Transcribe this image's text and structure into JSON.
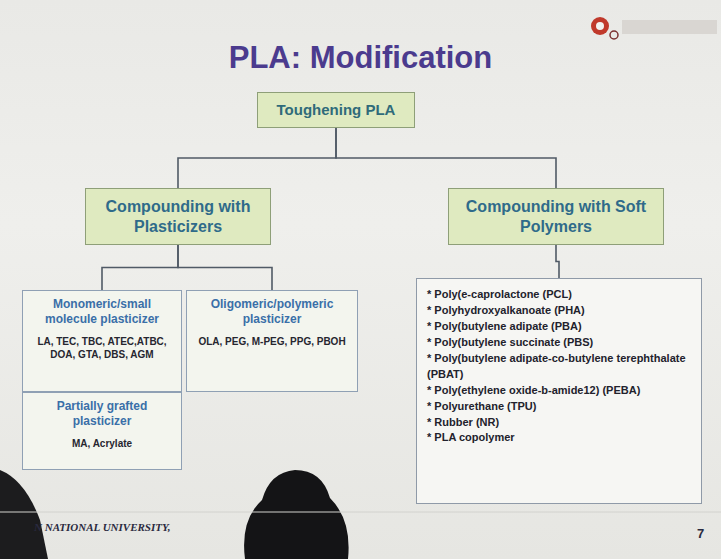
{
  "diagram": {
    "title": "PLA: Modification",
    "nodes": [
      {
        "text": [
          "Toughening PLA"
        ]
      },
      {
        "text": [
          "Compounding with Plasticizers"
        ]
      },
      {
        "text": [
          "Compounding with Soft Polymers"
        ]
      },
      {
        "text": [
          "Monomeric/small molecule plasticizer",
          "LA, TEC, TBC, ATEC,ATBC, DOA, GTA, DBS, AGM"
        ]
      },
      {
        "text": [
          "Oligomeric/polymeric plasticizer",
          "OLA, PEG, M-PEG, PPG, PBOH"
        ]
      },
      {
        "text": [
          "Partially grafted plasticizer",
          "MA, Acrylate"
        ]
      },
      {
        "text": [
          "* Poly(e-caprolactone (PCL)",
          "* Polyhydroxyalkanoate (PHA)",
          "* Poly(butylene adipate (PBA)",
          "* Poly(butylene succinate (PBS)",
          "* Poly(butylene adipate-co-butylene terephthalate (PBAT)",
          "* Poly(ethylene oxide-b-amide12) (PEBA)",
          "* Polyurethane (TPU)",
          "* Rubber (NR)",
          "* PLA copolymer"
        ]
      }
    ],
    "edges": [
      {
        "from": 0,
        "to": 1,
        "arrow": "none"
      },
      {
        "from": 0,
        "to": 2,
        "arrow": "none"
      },
      {
        "from": 1,
        "to": 3,
        "arrow": "none"
      },
      {
        "from": 1,
        "to": 4,
        "arrow": "none"
      },
      {
        "from": 2,
        "to": 6,
        "arrow": "none"
      }
    ],
    "labels": [
      "N NATIONAL UNIVERSITY,",
      "7"
    ]
  }
}
